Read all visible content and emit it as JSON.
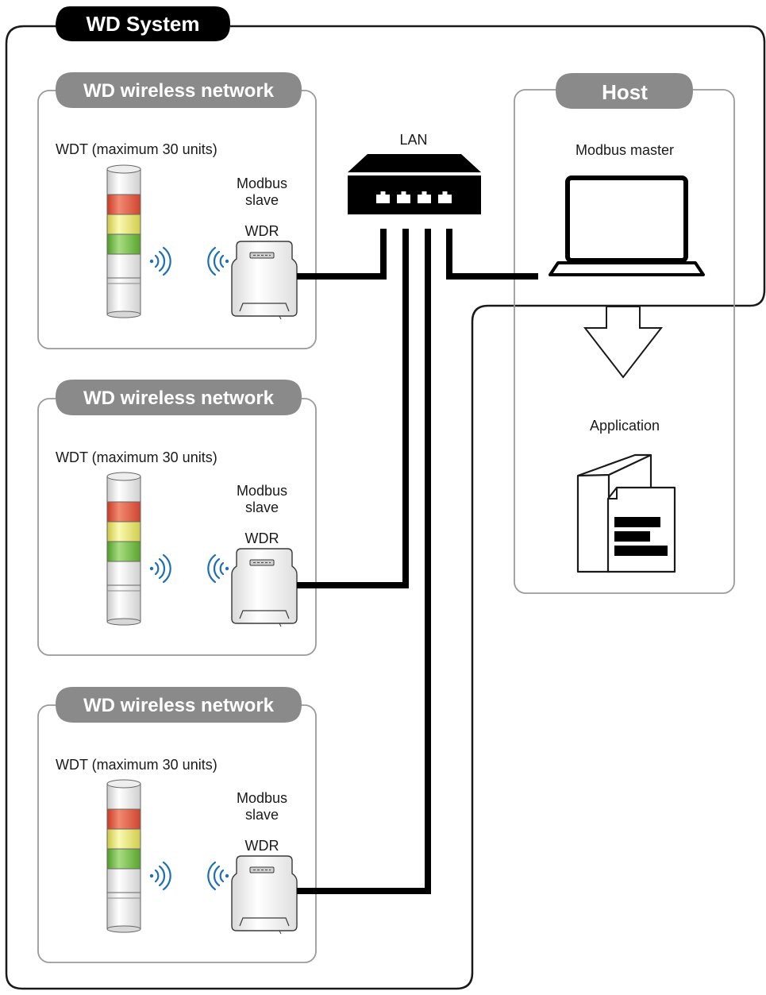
{
  "system": {
    "title": "WD System"
  },
  "networks": [
    {
      "title": "WD wireless network",
      "wdt_label": "WDT (maximum 30 units)",
      "slave_label_1": "Modbus",
      "slave_label_2": "slave",
      "wdr_label": "WDR"
    },
    {
      "title": "WD wireless network",
      "wdt_label": "WDT (maximum 30 units)",
      "slave_label_1": "Modbus",
      "slave_label_2": "slave",
      "wdr_label": "WDR"
    },
    {
      "title": "WD wireless network",
      "wdt_label": "WDT (maximum 30 units)",
      "slave_label_1": "Modbus",
      "slave_label_2": "slave",
      "wdr_label": "WDR"
    }
  ],
  "lan": {
    "label": "LAN"
  },
  "host": {
    "title": "Host",
    "master_label": "Modbus master",
    "app_label": "Application"
  },
  "colors": {
    "pill": "#8a8a8a",
    "frame": "#1a1a1a",
    "panel_border": "#9a9a9a",
    "cable": "#000000",
    "tower_red": "#e4533b",
    "tower_yellow": "#e8e66a",
    "tower_green": "#6cbb3c",
    "wave_blue": "#1f6fb5"
  },
  "icons": {
    "switch": "network-switch-icon",
    "laptop": "laptop-icon",
    "arrow": "down-arrow-icon",
    "document": "document-icon",
    "tower": "signal-tower-icon",
    "receiver": "wireless-receiver-icon",
    "wave_out": "wireless-wave-icon",
    "wave_in": "wireless-wave-icon"
  }
}
